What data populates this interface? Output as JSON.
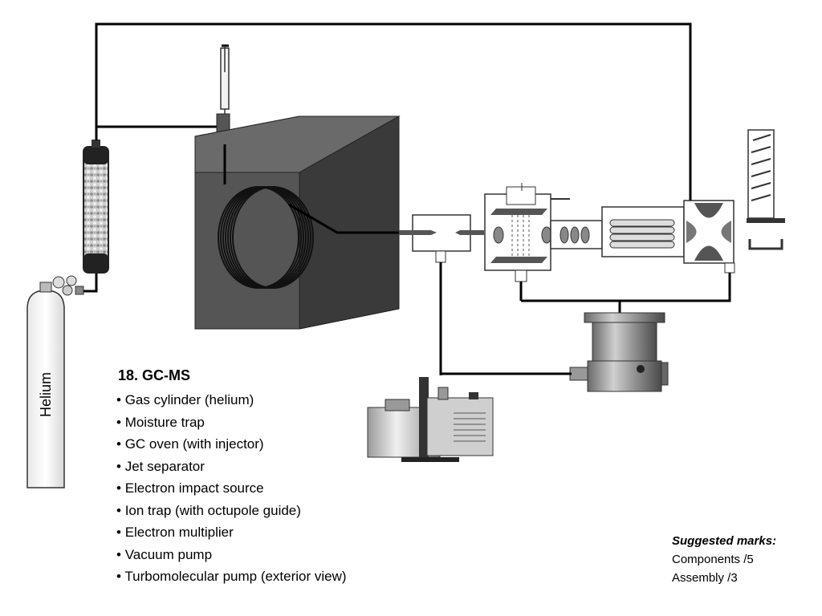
{
  "cylinder_label": "Helium",
  "heading": "18. GC-MS",
  "components": [
    "Gas cylinder (helium)",
    "Moisture trap",
    "GC oven (with injector)",
    "Jet separator",
    "Electron impact source",
    "Ion trap (with octupole guide)",
    "Electron multiplier",
    "Vacuum pump",
    "Turbomolecular pump (exterior view)"
  ],
  "marks": {
    "title": "Suggested marks:",
    "lines": [
      "Components /5",
      "Assembly /3"
    ]
  }
}
